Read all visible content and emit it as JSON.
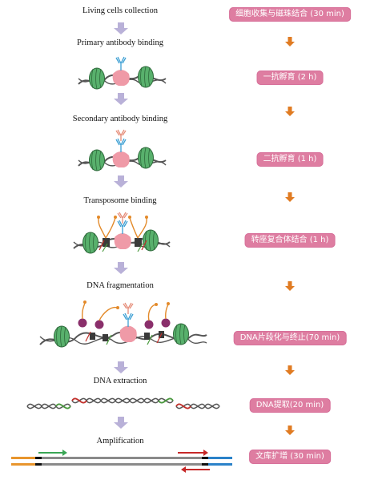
{
  "workflow": {
    "steps": [
      {
        "label": "Living cells collection",
        "cn": "细胞收集与磁珠结合 (30 min)"
      },
      {
        "label": "Primary antibody binding",
        "cn": "一抗孵育 (2 h)"
      },
      {
        "label": "Secondary antibody binding",
        "cn": "二抗孵育 (1 h)"
      },
      {
        "label": "Transposome binding",
        "cn": "转座复合体结合 (1 h)"
      },
      {
        "label": "DNA fragmentation",
        "cn": "DNA片段化与终止(70 min)"
      },
      {
        "label": "DNA extraction",
        "cn": "DNA提取(20 min)"
      },
      {
        "label": "Amplification",
        "cn": "文库扩增 (30 min)"
      }
    ]
  },
  "colors": {
    "pill": "#de7da1",
    "down_arrow_left": "#b9b1d8",
    "down_arrow_right": "#e07b22",
    "nucleosome": "#4fa865",
    "protein_target": "#ef9aa7",
    "primary_antibody": "#46a9d8",
    "secondary_antibody": "#e58c78",
    "transposase": "#3a3a3a",
    "adapter": "#e38a2a",
    "stop_bead": "#8a2f6b",
    "dna_backbone": "#555555",
    "dna_red": "#c4302b",
    "dna_green": "#4a9a3e",
    "primer_green": "#3aa655",
    "primer_red": "#c62828",
    "library_orange": "#e8952d",
    "library_blue": "#2b82c9",
    "library_gray": "#8a8a8a"
  }
}
